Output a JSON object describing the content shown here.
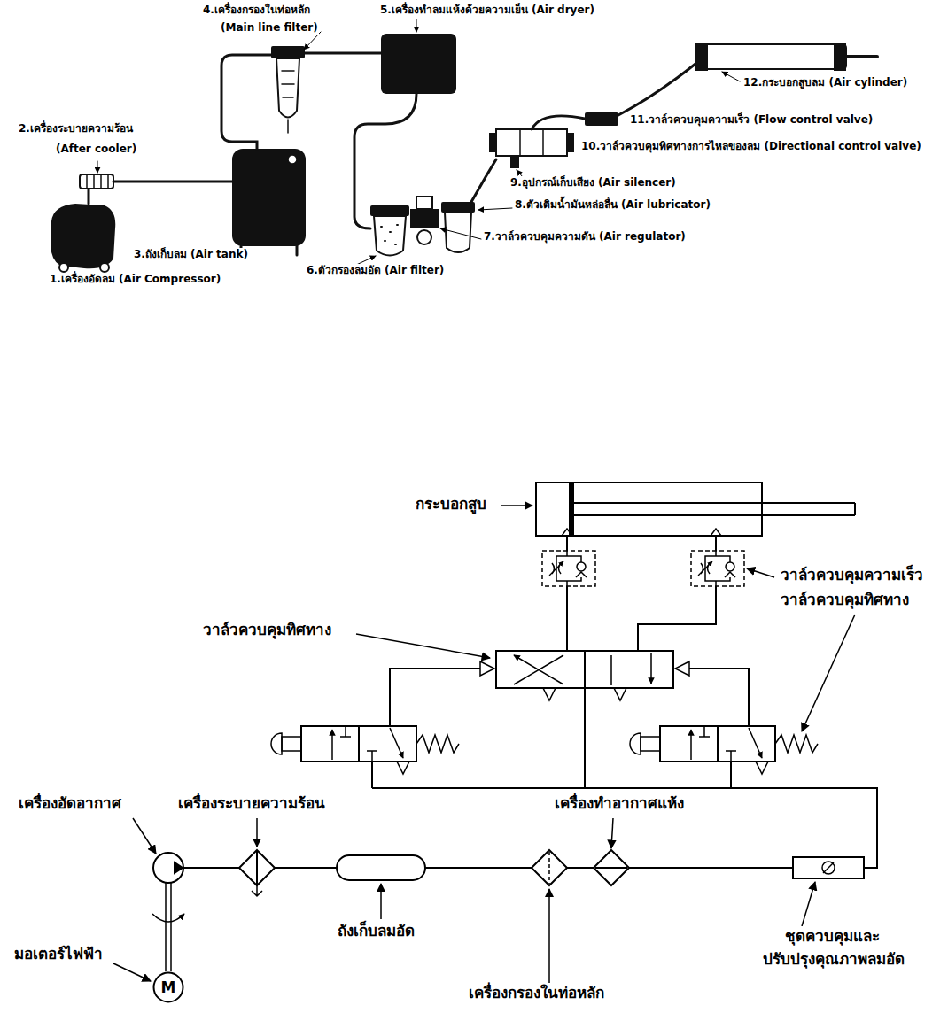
{
  "diagram": {
    "nodes": [
      {
        "text": [
          "M"
        ]
      }
    ],
    "labels": [
      "4.เครื่องกรองในท่อหลัก",
      "5.เครื่องทำลมแห้งด้วยความเย็น (Air dryer)",
      "(Main line filter)",
      "12.กระบอกสูบลม (Air cylinder)",
      "11.วาล์วควบคุมความเร็ว (Flow control valve)",
      "2.เครื่องระบายความร้อน",
      "10.วาล์วควบคุมทิศทางการไหลของลม (Directional control valve)",
      "(After cooler)",
      "9.อุปกรณ์เก็บเสียง (Air silencer)",
      "8.ตัวเติมน้ำมันหล่อลื่น (Air lubricator)",
      "7.วาล์วควบคุมความดัน (Air regulator)",
      "3.ถังเก็บลม (Air tank)",
      "6.ตัวกรองลมอัด (Air filter)",
      "1.เครื่องอัดลม (Air Compressor)",
      "กระบอกสูบ",
      "วาล์วควบคุมความเร็ว",
      "วาล์วควบคุมทิศทาง",
      "วาล์วควบคุมทิศทาง",
      "เครื่องอัดอากาศ",
      "เครื่องระบายความร้อน",
      "เครื่องทำอากาศแห้ง",
      "ถังเก็บลมอัด",
      "ชุดควบคุมและ",
      "มอเตอร์ไฟฟ้า",
      "ปรับปรุงคุณภาพลมอัด",
      "เครื่องกรองในท่อหลัก"
    ]
  }
}
